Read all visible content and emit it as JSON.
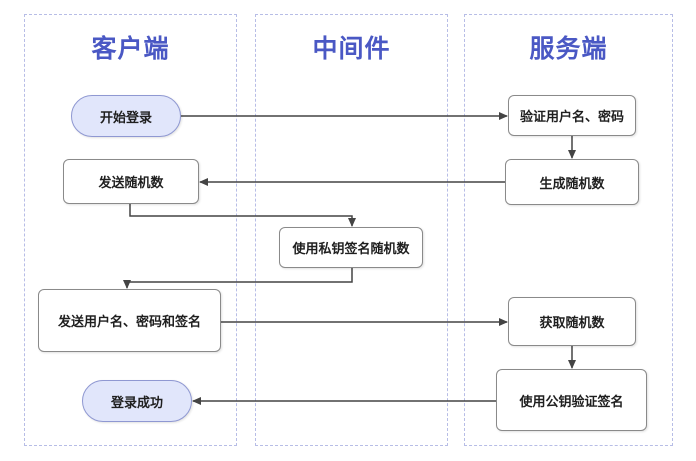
{
  "lanes": {
    "client": "客户端",
    "middleware": "中间件",
    "server": "服务端"
  },
  "nodes": {
    "start_login": "开始登录",
    "verify_credentials": "验证用户名、密码",
    "generate_random": "生成随机数",
    "send_random": "发送随机数",
    "sign_random": "使用私钥签名随机数",
    "send_credentials_signature": "发送用户名、密码和签名",
    "get_random": "获取随机数",
    "verify_signature": "使用公钥验证签名",
    "login_success": "登录成功"
  },
  "colors": {
    "lane_border": "#b7bde6",
    "lane_title": "#4a58c4",
    "terminal_fill": "#e1e6fb",
    "arrow": "#444444"
  }
}
